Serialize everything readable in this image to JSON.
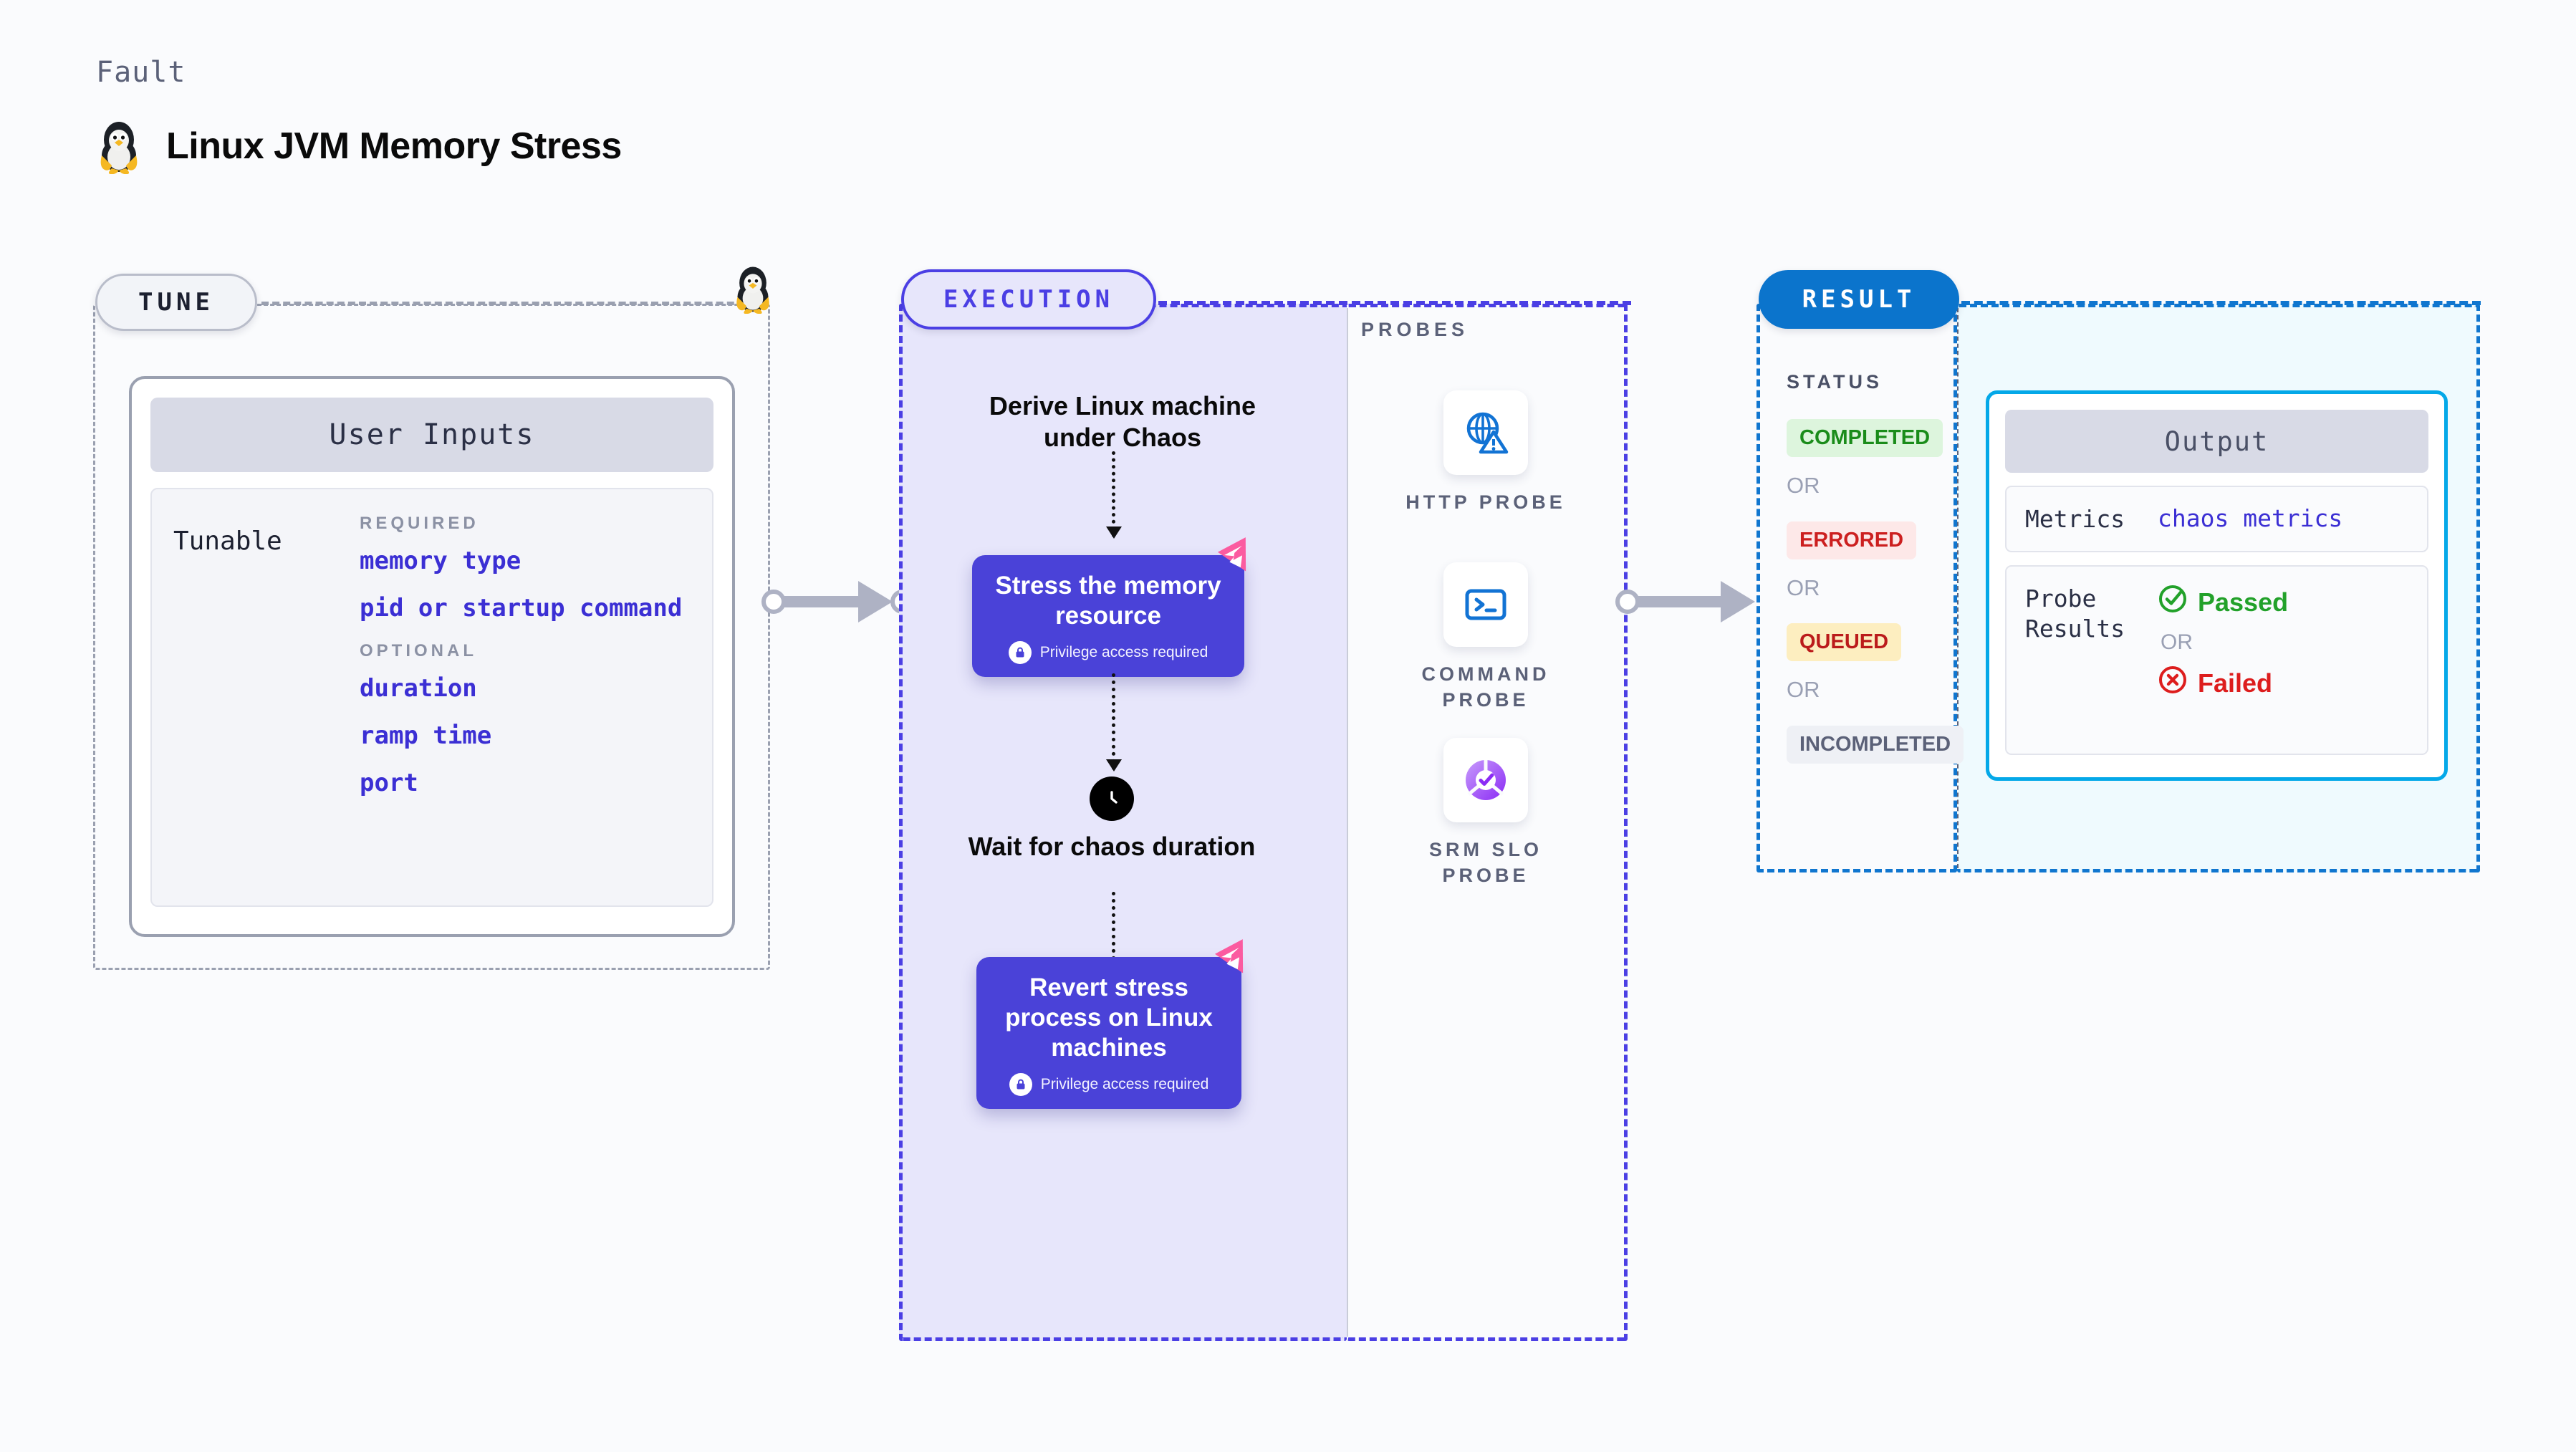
{
  "header": {
    "kicker": "Fault",
    "title": "Linux JVM Memory Stress",
    "icon": "tux-penguin-icon"
  },
  "tune": {
    "pill_label": "TUNE",
    "card_title": "User Inputs",
    "tunable_label": "Tunable",
    "groups": [
      {
        "heading": "REQUIRED",
        "items": [
          "memory type",
          "pid or startup command"
        ]
      },
      {
        "heading": "OPTIONAL",
        "items": [
          "duration",
          "ramp time",
          "port"
        ]
      }
    ]
  },
  "execution": {
    "pill_label": "EXECUTION",
    "steps": [
      {
        "type": "text",
        "label": "Derive Linux machine under Chaos"
      },
      {
        "type": "card",
        "label": "Stress the memory resource",
        "privilege": "Privilege access required",
        "badge": "chaos-ribbon-icon"
      },
      {
        "type": "wait",
        "label": "Wait for chaos duration",
        "icon": "clock-icon"
      },
      {
        "type": "card",
        "label": "Revert stress process on Linux machines",
        "privilege": "Privilege access required",
        "badge": "chaos-ribbon-icon"
      }
    ]
  },
  "probes": {
    "title": "PROBES",
    "items": [
      {
        "name": "HTTP PROBE",
        "icon": "globe-warning-icon"
      },
      {
        "name": "COMMAND PROBE",
        "icon": "terminal-icon"
      },
      {
        "name": "SRM SLO PROBE",
        "icon": "slo-donut-check-icon"
      }
    ]
  },
  "result": {
    "pill_label": "RESULT",
    "status_title": "STATUS",
    "or_label": "OR",
    "statuses": [
      {
        "label": "COMPLETED",
        "bg": "#ddf5dd",
        "fg": "#1a8c1a"
      },
      {
        "label": "ERRORED",
        "bg": "#fde8e8",
        "fg": "#cc1f1f"
      },
      {
        "label": "QUEUED",
        "bg": "#fdeec0",
        "fg": "#bb1b1b"
      },
      {
        "label": "INCOMPLETED",
        "bg": "#eef0f5",
        "fg": "#5b6178"
      }
    ]
  },
  "output": {
    "card_title": "Output",
    "metrics_key": "Metrics",
    "metrics_value": "chaos metrics",
    "probe_results_key": "Probe Results",
    "passed_label": "Passed",
    "or_label": "OR",
    "failed_label": "Failed",
    "passed_color": "#22a12a",
    "failed_color": "#dd1d1d"
  },
  "colors": {
    "execution_accent": "#4b3fe4",
    "result_accent": "#0b74cc",
    "output_border": "#04a8e8",
    "card_purple": "#4a42d8",
    "ribbon_pink": "#fb5ba0"
  }
}
